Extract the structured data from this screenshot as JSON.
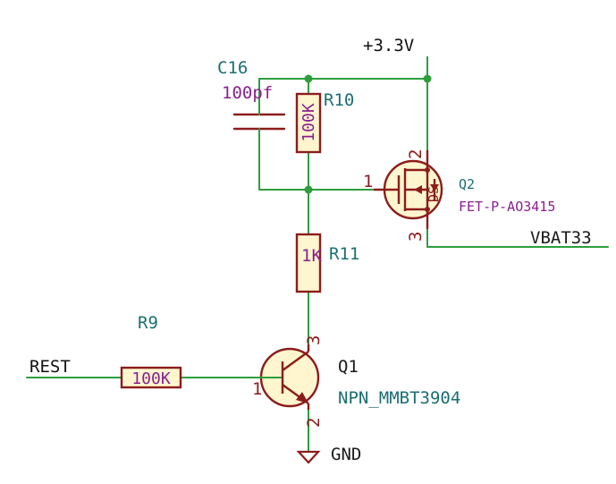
{
  "power": {
    "supply": "+3.3V",
    "ground": "GND"
  },
  "nets": {
    "output": "VBAT33",
    "input": "REST"
  },
  "c16": {
    "ref": "C16",
    "value": "100pf"
  },
  "r10": {
    "ref": "R10",
    "value": "100K"
  },
  "r11": {
    "ref": "R11",
    "value": "1K"
  },
  "r9": {
    "ref": "R9",
    "value": "100K"
  },
  "q1": {
    "ref": "Q1",
    "value": "NPN_MMBT3904",
    "pin_base": "1",
    "pin_collector": "3",
    "pin_emitter": "2"
  },
  "q2": {
    "ref": "Q2",
    "value": "FET-P-AO3415",
    "pin_gate": "1",
    "pin_source": "2",
    "pin_drain": "3",
    "body_label": "DS"
  },
  "colors": {
    "wire": "#2e9e3c",
    "component": "#8c1c1c",
    "reference": "#1a6f72",
    "value": "#8a1f8f",
    "fill": "#fff6cf"
  }
}
